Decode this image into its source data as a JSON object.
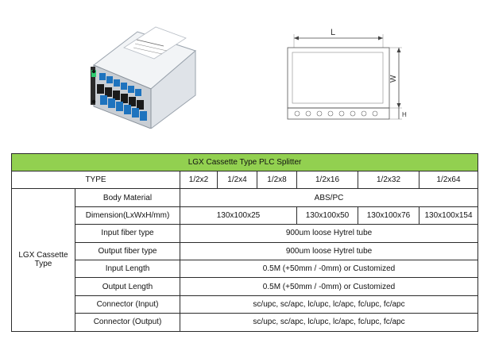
{
  "figure": {
    "photo_icon": "plc-splitter-cassette-photo",
    "drawing_icon": "dimension-drawing",
    "drawing_labels": {
      "length": "L",
      "width": "W",
      "height": "H"
    }
  },
  "table": {
    "title": "LGX Cassette Type PLC Splitter",
    "header_color": "#92d050",
    "type_label": "TYPE",
    "types": [
      "1/2x2",
      "1/2x4",
      "1/2x8",
      "1/2x16",
      "1/2x32",
      "1/2x64"
    ],
    "group_label": "LGX Cassette Type",
    "rows": [
      {
        "label": "Body Material",
        "value": "ABS/PC"
      },
      {
        "label": "Dimension(LxWxH/mm)",
        "values": [
          "130x100x25",
          "130x100x50",
          "130x100x76",
          "130x100x154"
        ]
      },
      {
        "label": "Input fiber type",
        "value": "900um loose Hytrel tube"
      },
      {
        "label": "Output fiber type",
        "value": "900um loose Hytrel tube"
      },
      {
        "label": "Input Length",
        "value": "0.5M (+50mm / -0mm) or Customized"
      },
      {
        "label": "Output Length",
        "value": "0.5M (+50mm / -0mm) or Customized"
      },
      {
        "label": "Connector (Input)",
        "value": "sc/upc, sc/apc, lc/upc, lc/apc, fc/upc, fc/apc"
      },
      {
        "label": "Connector (Output)",
        "value": "sc/upc, sc/apc, lc/upc, lc/apc, fc/upc, fc/apc"
      }
    ]
  }
}
